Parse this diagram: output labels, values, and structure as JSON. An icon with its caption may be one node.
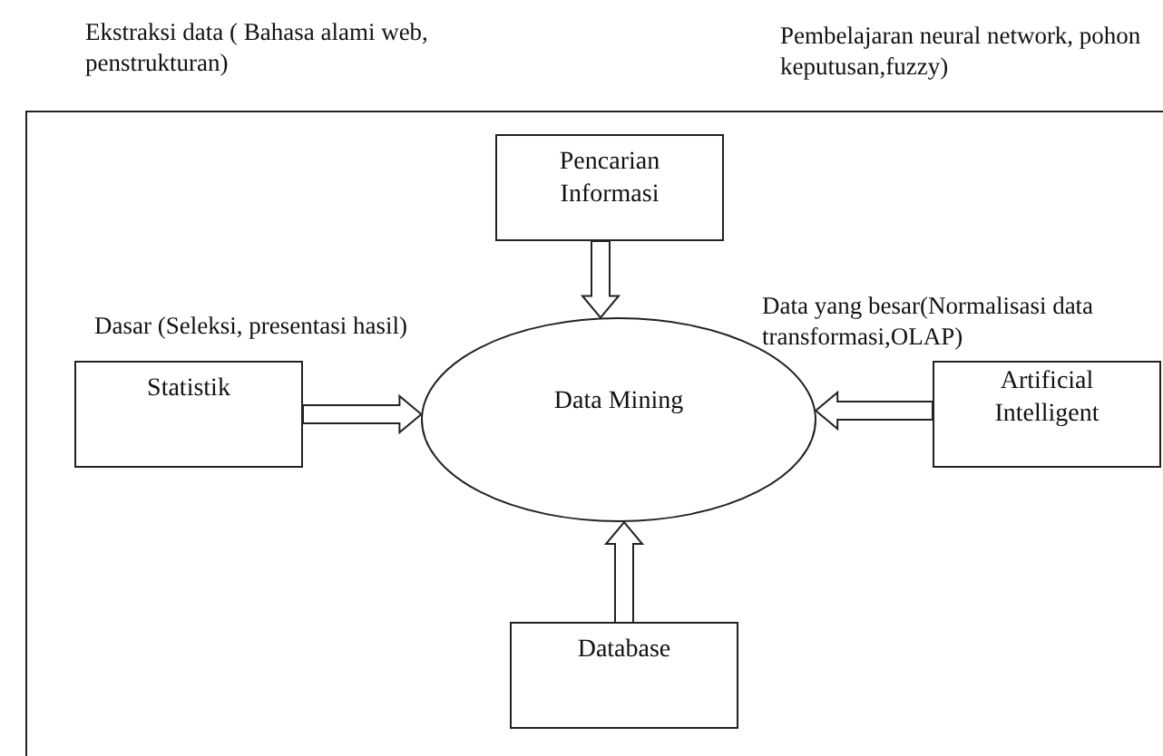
{
  "diagram": {
    "nodes": [
      {
        "text": [
          "Pencarian Informasi"
        ]
      },
      {
        "text": [
          "Data Mining"
        ]
      },
      {
        "text": [
          "Statistik"
        ]
      },
      {
        "text": [
          "Artificial Intelligent"
        ]
      },
      {
        "text": [
          "Database"
        ]
      }
    ],
    "edges": [
      {
        "from": 0,
        "to": 1,
        "arrow": "to"
      },
      {
        "from": 2,
        "to": 1,
        "arrow": "to"
      },
      {
        "from": 3,
        "to": 1,
        "arrow": "to"
      },
      {
        "from": 4,
        "to": 1,
        "arrow": "to"
      }
    ],
    "labels": [
      "Ekstraksi data ( Bahasa alami web, penstrukturan)",
      "Pembelajaran neural network, pohon keputusan,fuzzy)",
      "Dasar (Seleksi, presentasi hasil)",
      "Data yang besar(Normalisasi data transformasi,OLAP)"
    ]
  }
}
